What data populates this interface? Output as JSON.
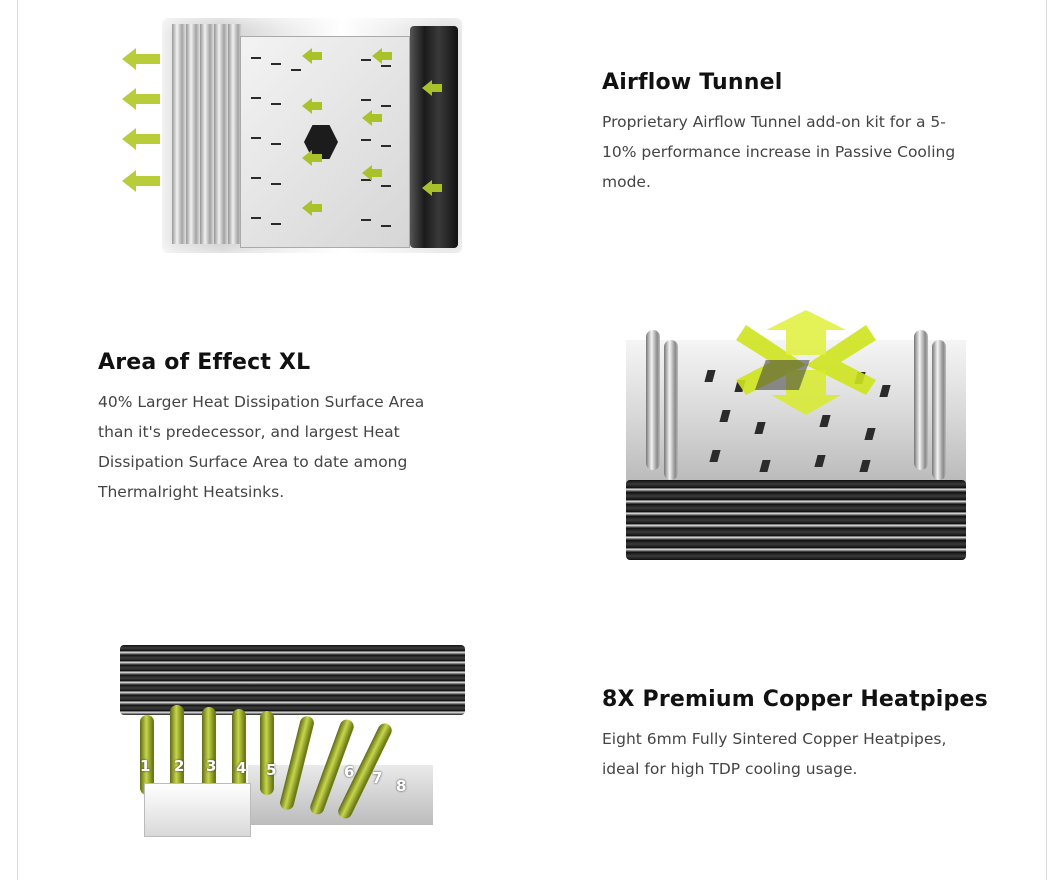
{
  "features": [
    {
      "title": "Airflow Tunnel",
      "description": "Proprietary Airflow Tunnel add-on kit for a 5-10% performance increase in Passive Cooling mode.",
      "lines": [
        "Proprietary Airflow Tunnel add-on kit for a 5-",
        "10% performance increase in Passive Cooling",
        "mode."
      ]
    },
    {
      "title": "Area of Effect XL",
      "lines": [
        "40% Larger Heat Dissipation Surface Area",
        "than it's predecessor, and largest Heat",
        "Dissipation Surface Area to date among",
        "Thermalright Heatsinks."
      ]
    },
    {
      "title": "8X Premium Copper Heatpipes",
      "lines": [
        "Eight 6mm Fully Sintered Copper Heatpipes,",
        "ideal for high TDP cooling usage."
      ]
    }
  ],
  "heatpipe_labels": [
    "1",
    "2",
    "3",
    "4",
    "5",
    "6",
    "7",
    "8"
  ],
  "colors": {
    "accent_green": "#c2d62c",
    "heading": "#111111",
    "body_text": "#444444"
  },
  "icons": [
    "airflow-arrow-icon",
    "heatsink-image",
    "heatpipe-image"
  ]
}
